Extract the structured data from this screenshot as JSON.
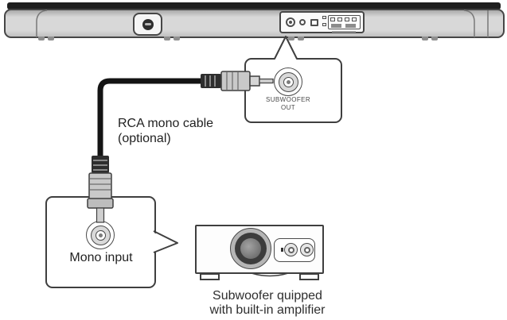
{
  "diagram": {
    "cable_label": {
      "line1": "RCA mono cable",
      "line2": "(optional)"
    },
    "soundbar_jack_label": {
      "line1": "SUBWOOFER",
      "line2": "OUT"
    },
    "subwoofer_jack_label": "Mono input",
    "subwoofer_caption": {
      "line1": "Subwoofer quipped",
      "line2": "with built-in amplifier"
    }
  },
  "colors": {
    "outline": "#3f3f3f",
    "soundbar_top_bar": "#1f1f1f",
    "soundbar_body": "#d8d8d8",
    "cable": "#141414",
    "plug_metal": "#c9c9c9",
    "background": "#ffffff"
  },
  "icons": {
    "soundbar": "soundbar-rear-view",
    "wall_mount": "keyhole-mount-icon",
    "rca_jack": "rca-jack-icon",
    "rca_plug": "rca-plug-icon",
    "subwoofer": "subwoofer-front-icon"
  }
}
